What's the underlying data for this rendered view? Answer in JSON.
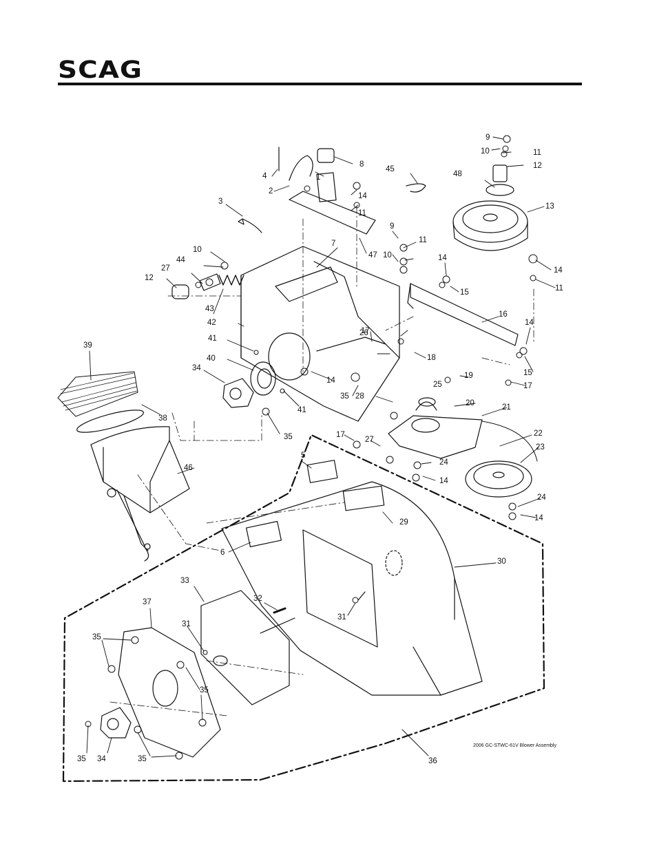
{
  "brand": "SCAG",
  "caption": "2006 GC-STWC-61V Blower Assembly",
  "callouts": [
    {
      "id": "c1",
      "text": "1"
    },
    {
      "id": "c2",
      "text": "2"
    },
    {
      "id": "c3",
      "text": "3"
    },
    {
      "id": "c4",
      "text": "4"
    },
    {
      "id": "c5",
      "text": "5"
    },
    {
      "id": "c6",
      "text": "6"
    },
    {
      "id": "c7",
      "text": "7"
    },
    {
      "id": "c8",
      "text": "8"
    },
    {
      "id": "c9a",
      "text": "9"
    },
    {
      "id": "c9b",
      "text": "9"
    },
    {
      "id": "c10a",
      "text": "10"
    },
    {
      "id": "c10b",
      "text": "10"
    },
    {
      "id": "c10c",
      "text": "10"
    },
    {
      "id": "c11a",
      "text": "11"
    },
    {
      "id": "c11b",
      "text": "11"
    },
    {
      "id": "c11c",
      "text": "11"
    },
    {
      "id": "c11d",
      "text": "11"
    },
    {
      "id": "c12a",
      "text": "12"
    },
    {
      "id": "c12b",
      "text": "12"
    },
    {
      "id": "c13",
      "text": "13"
    },
    {
      "id": "c14a",
      "text": "14"
    },
    {
      "id": "c14b",
      "text": "14"
    },
    {
      "id": "c14c",
      "text": "14"
    },
    {
      "id": "c14d",
      "text": "14"
    },
    {
      "id": "c14e",
      "text": "14"
    },
    {
      "id": "c14f",
      "text": "14"
    },
    {
      "id": "c14g",
      "text": "14"
    },
    {
      "id": "c15a",
      "text": "15"
    },
    {
      "id": "c15b",
      "text": "15"
    },
    {
      "id": "c16",
      "text": "16"
    },
    {
      "id": "c17a",
      "text": "17"
    },
    {
      "id": "c17b",
      "text": "17"
    },
    {
      "id": "c17c",
      "text": "17"
    },
    {
      "id": "c18",
      "text": "18"
    },
    {
      "id": "c19",
      "text": "19"
    },
    {
      "id": "c20",
      "text": "20"
    },
    {
      "id": "c21",
      "text": "21"
    },
    {
      "id": "c22",
      "text": "22"
    },
    {
      "id": "c23",
      "text": "23"
    },
    {
      "id": "c24a",
      "text": "24"
    },
    {
      "id": "c24b",
      "text": "24"
    },
    {
      "id": "c25",
      "text": "25"
    },
    {
      "id": "c26",
      "text": "26"
    },
    {
      "id": "c27a",
      "text": "27"
    },
    {
      "id": "c27b",
      "text": "27"
    },
    {
      "id": "c28",
      "text": "28"
    },
    {
      "id": "c29",
      "text": "29"
    },
    {
      "id": "c30",
      "text": "30"
    },
    {
      "id": "c31a",
      "text": "31"
    },
    {
      "id": "c31b",
      "text": "31"
    },
    {
      "id": "c32",
      "text": "32"
    },
    {
      "id": "c33",
      "text": "33"
    },
    {
      "id": "c34a",
      "text": "34"
    },
    {
      "id": "c34b",
      "text": "34"
    },
    {
      "id": "c35a",
      "text": "35"
    },
    {
      "id": "c35b",
      "text": "35"
    },
    {
      "id": "c35c",
      "text": "35"
    },
    {
      "id": "c35d",
      "text": "35"
    },
    {
      "id": "c35e",
      "text": "35"
    },
    {
      "id": "c35f",
      "text": "35"
    },
    {
      "id": "c36",
      "text": "36"
    },
    {
      "id": "c37",
      "text": "37"
    },
    {
      "id": "c38",
      "text": "38"
    },
    {
      "id": "c39",
      "text": "39"
    },
    {
      "id": "c40",
      "text": "40"
    },
    {
      "id": "c41a",
      "text": "41"
    },
    {
      "id": "c41b",
      "text": "41"
    },
    {
      "id": "c42",
      "text": "42"
    },
    {
      "id": "c43",
      "text": "43"
    },
    {
      "id": "c44",
      "text": "44"
    },
    {
      "id": "c45",
      "text": "45"
    },
    {
      "id": "c46",
      "text": "46"
    },
    {
      "id": "c47",
      "text": "47"
    },
    {
      "id": "c48",
      "text": "48"
    }
  ]
}
